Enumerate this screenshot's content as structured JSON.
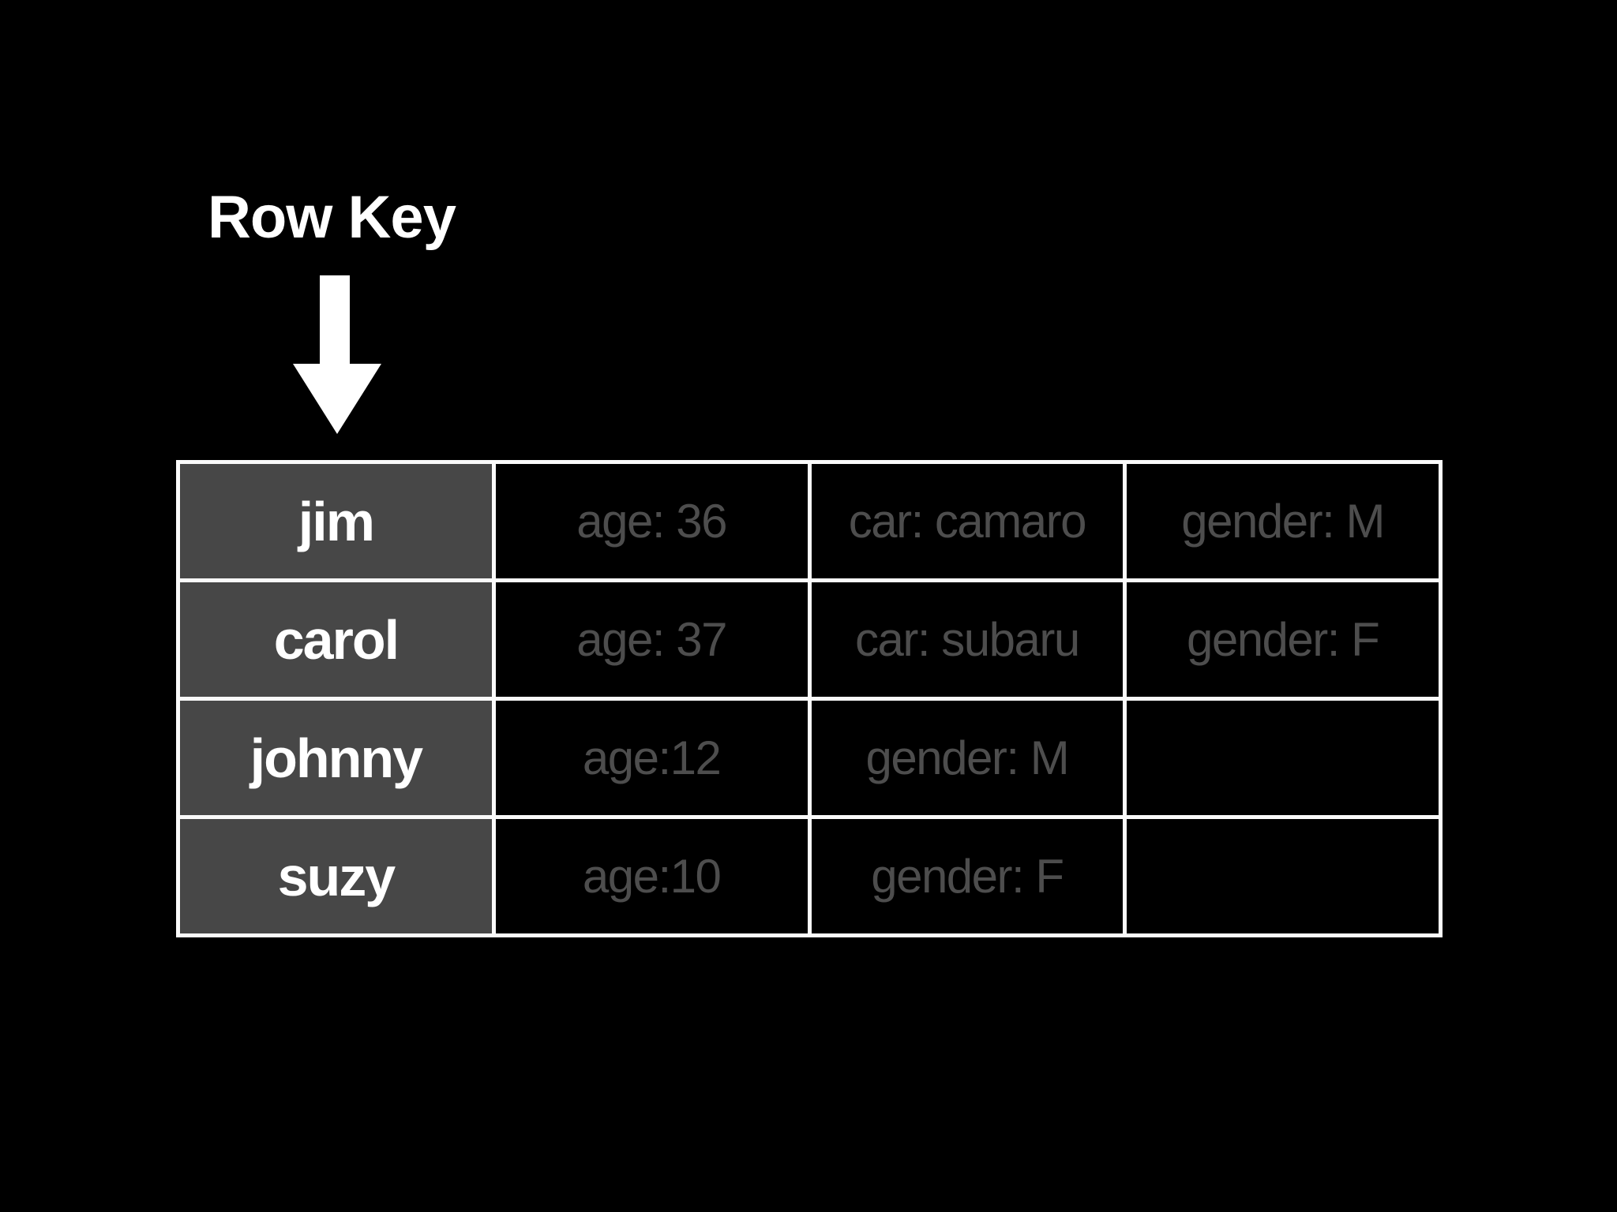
{
  "annotation": {
    "label": "Row Key",
    "icon": "down-arrow"
  },
  "table": {
    "rows": [
      {
        "key": "jim",
        "cells": [
          "age: 36",
          "car: camaro",
          "gender: M"
        ]
      },
      {
        "key": "carol",
        "cells": [
          "age: 37",
          "car: subaru",
          "gender: F"
        ]
      },
      {
        "key": "johnny",
        "cells": [
          "age:12",
          "gender: M",
          ""
        ]
      },
      {
        "key": "suzy",
        "cells": [
          "age:10",
          "gender: F",
          ""
        ]
      }
    ]
  },
  "colors": {
    "background": "#000000",
    "row_key_cell_bg": "#474747",
    "row_key_text": "#ffffff",
    "data_cell_bg": "#000000",
    "data_cell_text": "#4d4d4d",
    "grid_border": "#fafafa",
    "heading_text": "#ffffff",
    "arrow": "#ffffff"
  }
}
